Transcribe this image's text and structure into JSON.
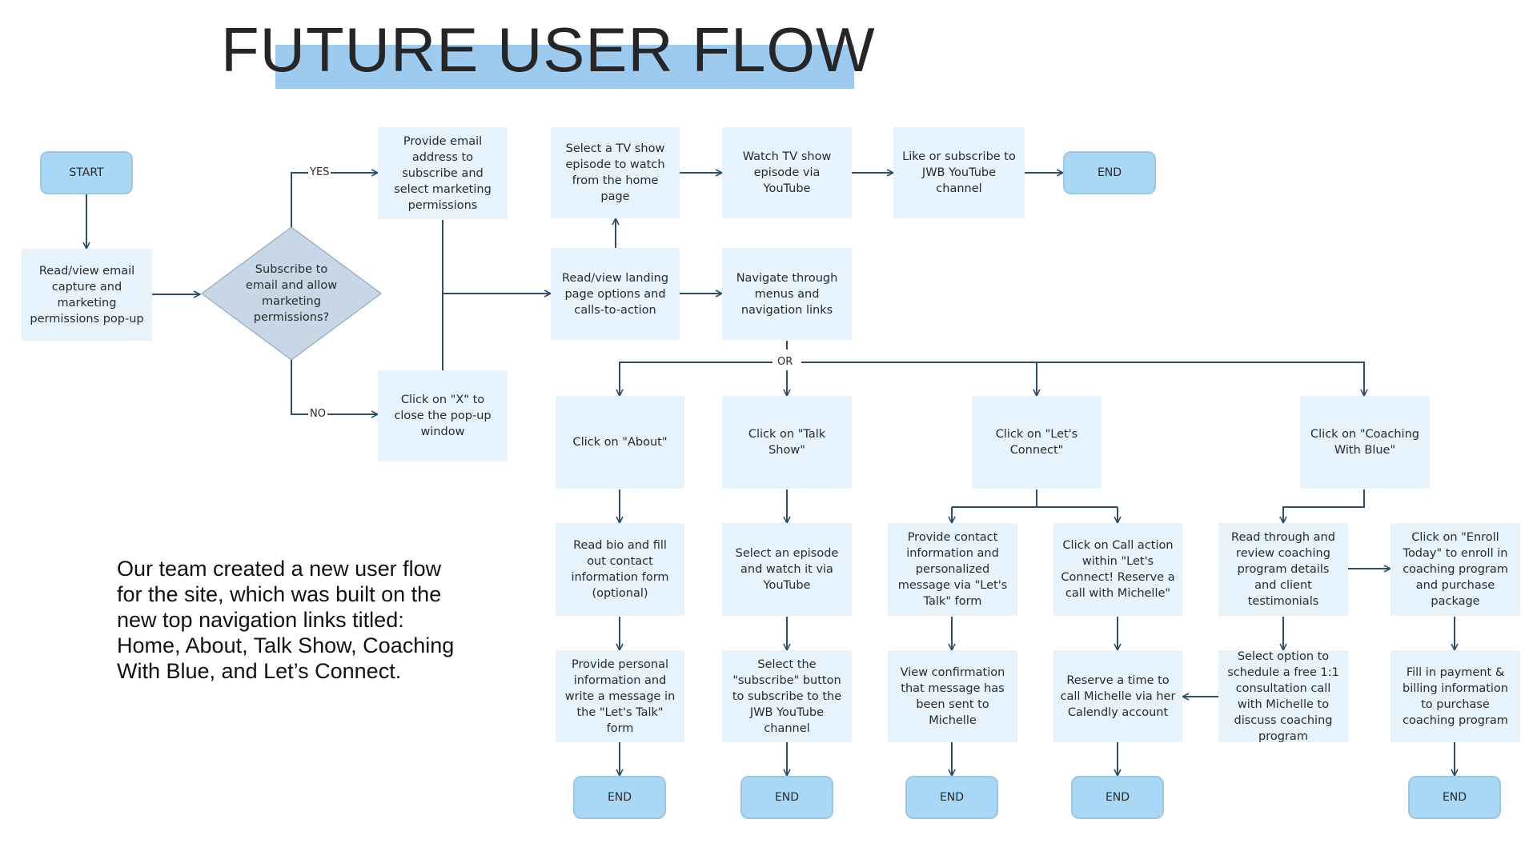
{
  "title": "FUTURE USER FLOW",
  "caption": "Our team created a new user flow for the site, which was built on the new top navigation links titled: Home, About, Talk Show, Coaching With Blue, and Let’s Connect.",
  "colors": {
    "box_fill": "#e6f3fc",
    "pill_fill": "#a8d8f6",
    "diamond_fill": "#c7d7e6",
    "connector": "#2d4d6b",
    "title_band": "#9dcbf0"
  },
  "labels": {
    "yes": "YES",
    "no": "NO",
    "or": "OR"
  },
  "nodes": {
    "start": "START",
    "popup": "Read/view email capture and marketing permissions pop-up",
    "decision": "Subscribe to email and allow marketing permissions?",
    "provide_email": "Provide email address to subscribe and select marketing permissions",
    "close_popup": "Click on \"X\" to close the pop-up window",
    "landing": "Read/view landing page options and calls-to-action",
    "select_tv": "Select a TV show episode to watch from the home page",
    "watch_tv": "Watch TV show episode via YouTube",
    "like_subscribe": "Like or subscribe to JWB YouTube channel",
    "end_top": "END",
    "navigate": "Navigate through menus and navigation links",
    "about": "Click on \"About\"",
    "talk_show": "Click on \"Talk Show\"",
    "lets_connect": "Click on \"Let's Connect\"",
    "coaching": "Click on \"Coaching With Blue\"",
    "read_bio": "Read bio and fill out contact information form (optional)",
    "select_episode": "Select an episode and watch it via YouTube",
    "provide_contact": "Provide contact information and personalized message via \"Let's Talk\" form",
    "call_action": "Click on Call action within \"Let's Connect! Reserve a call with Michelle\"",
    "read_coaching": "Read through and review coaching program details and client testimonials",
    "enroll": "Click on \"Enroll Today\" to enroll in coaching program and purchase package",
    "personal_info": "Provide personal information and write a message in the \"Let's Talk\" form",
    "subscribe_button": "Select the \"subscribe\" button to subscribe to the JWB YouTube channel",
    "view_confirmation": "View confirmation that message has been sent to Michelle",
    "reserve_time": "Reserve a time to call Michelle via her Calendly account",
    "schedule_call": "Select option to schedule a free 1:1 consultation call with Michelle to discuss coaching program",
    "payment": "Fill in payment & billing information to purchase coaching program",
    "end_about": "END",
    "end_talk": "END",
    "end_connect_a": "END",
    "end_connect_b": "END",
    "end_coaching": "END"
  }
}
